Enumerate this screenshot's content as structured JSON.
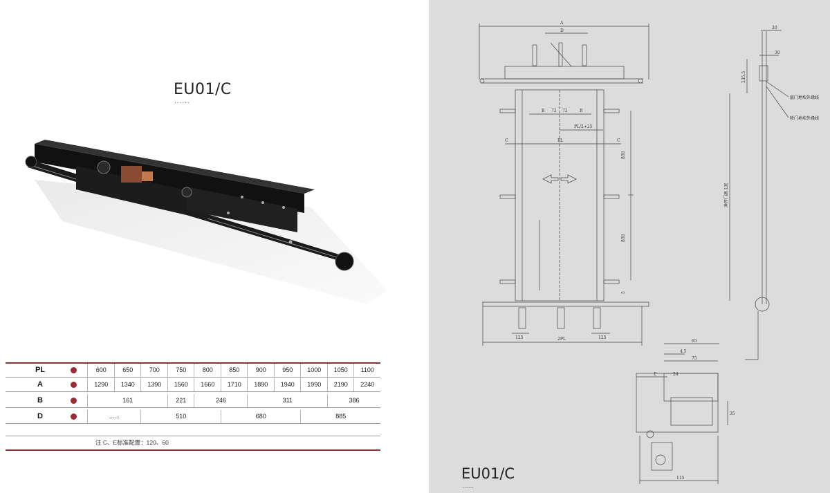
{
  "left": {
    "title": "EU01/C",
    "dots": "......"
  },
  "specs": {
    "rows": [
      {
        "label": "PL",
        "cells": [
          "600",
          "650",
          "700",
          "750",
          "800",
          "850",
          "900",
          "950",
          "1000",
          "1050",
          "1100"
        ]
      },
      {
        "label": "A",
        "cells": [
          "1290",
          "1340",
          "1390",
          "1560",
          "1660",
          "1710",
          "1890",
          "1940",
          "1990",
          "2190",
          "2240"
        ]
      },
      {
        "label": "B",
        "cells": [
          "161",
          "221",
          "246",
          "311",
          "386"
        ]
      },
      {
        "label": "D",
        "cells": [
          "......",
          "510",
          "680",
          "885"
        ]
      }
    ],
    "note": "注 C、E标准配置：120、60"
  },
  "drawing": {
    "labels": {
      "A": "A",
      "D": "D",
      "B": "B",
      "C": "C",
      "PL": "PL",
      "E": "E",
      "seventy_two": "72",
      "pl2": "PL/2+25",
      "h850": "850",
      "pl_2": "2PL",
      "d125": "125",
      "d20": "20",
      "d30": "30",
      "d235": "235.5",
      "d65": "65",
      "d45": "4.5",
      "d75": "75",
      "d24": "24",
      "d35": "35",
      "d115": "115",
      "d5": "5",
      "sill1": "层门地坎外缘线",
      "sill2": "轿门地坎外缘线",
      "clear": "净开门高 LH"
    },
    "title": "EU01/C",
    "dots": "......"
  }
}
